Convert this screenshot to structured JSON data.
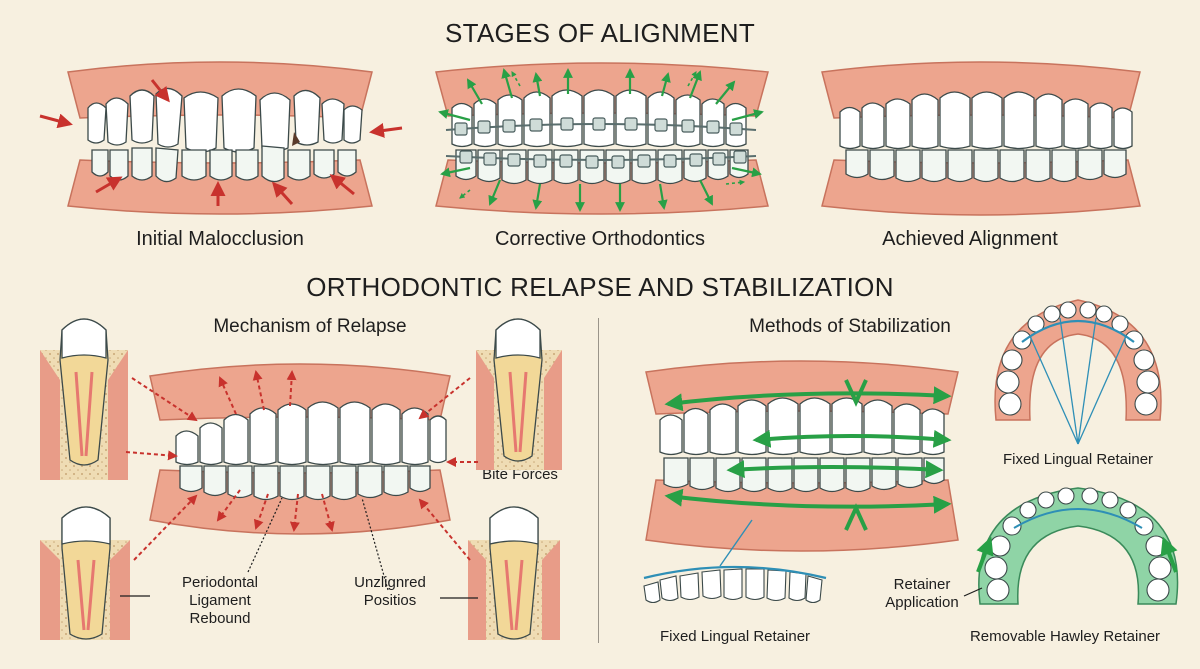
{
  "titles": {
    "top": "STAGES OF ALIGNMENT",
    "middle": "ORTHODONTIC RELAPSE AND STABILIZATION"
  },
  "stages": [
    {
      "label": "Initial Malocclusion"
    },
    {
      "label": "Corrective Orthodontics"
    },
    {
      "label": "Achieved Alignment"
    }
  ],
  "relapse": {
    "title": "Mechanism of Relapse",
    "callouts": {
      "bite": "Unaligned\nBite Forces",
      "ligament": "Periodontal\nLigament\nRebound",
      "positions": "Unzlignred\nPositios"
    }
  },
  "stabilization": {
    "title": "Methods of Stabilization",
    "callouts": {
      "fixed_top": "Fixed Lingual Retainer",
      "fixed_bottom": "Fixed Lingual Retainer",
      "application": "Retainer\nApplication",
      "hawley": "Removable Hawley Retainer"
    }
  },
  "colors": {
    "background": "#f7f0e0",
    "gum": "#eda58e",
    "gum_dark": "#c8735d",
    "tooth": "#ffffff",
    "tooth_outline": "#3c4a4a",
    "tooth_shade": "#d8e8dc",
    "force_arrow": "#c8322d",
    "correction_arrow": "#28a046",
    "brace_wire": "#5a6e6e",
    "bone": "#efdcb4",
    "dentin": "#f2d898",
    "pulp": "#e67870",
    "retainer_green": "#8fd4a6"
  }
}
